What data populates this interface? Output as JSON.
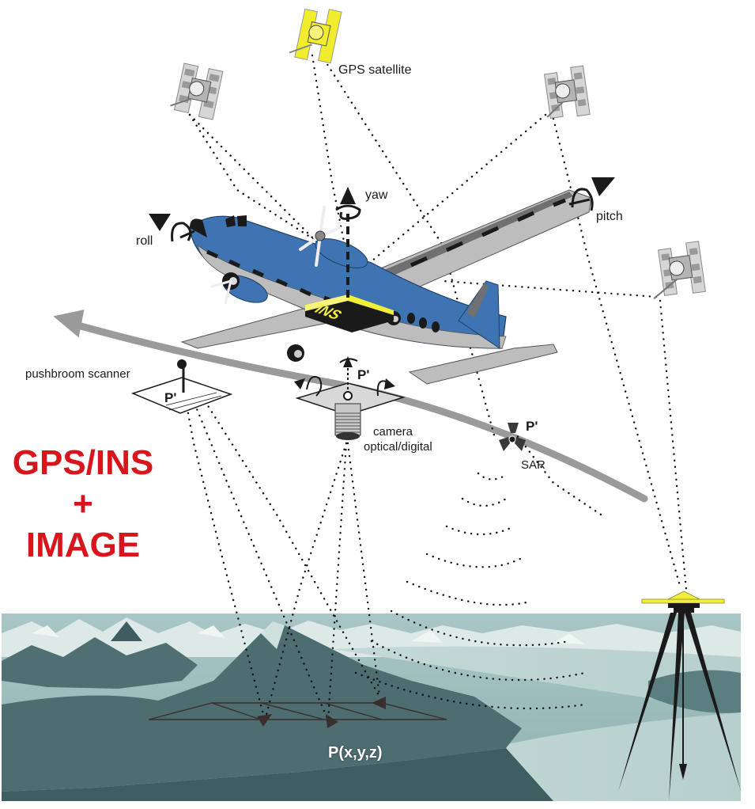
{
  "title": {
    "line1": "GPS/INS",
    "line2": "+",
    "line3": "IMAGE",
    "color": "#d8141c"
  },
  "labels": {
    "gps_satellite": "GPS satellite",
    "yaw": "yaw",
    "roll": "roll",
    "pitch": "pitch",
    "ins": "INS",
    "pushbroom_scanner": "pushbroom scanner",
    "p_prime_scanner": "P'",
    "p_prime_camera": "P'",
    "p_prime_sar": "P'",
    "camera_line1": "camera",
    "camera_line2": "optical/digital",
    "sar": "SAR",
    "ground_point": "P(x,y,z)"
  },
  "icons": [
    "satellite-icon",
    "aircraft-illustration",
    "ins-box",
    "pushbroom-scanner-icon",
    "frame-camera-icon",
    "sar-antenna-icon",
    "tripod-gps-receiver-icon",
    "flight-path-arrow"
  ],
  "colors": {
    "aircraft_body": "#3f74b3",
    "aircraft_grey": "#bdbdbd",
    "ins_yellow": "#f2ef3a",
    "flight_path": "#9a9a9a",
    "terrain": "#6f9a9a"
  }
}
